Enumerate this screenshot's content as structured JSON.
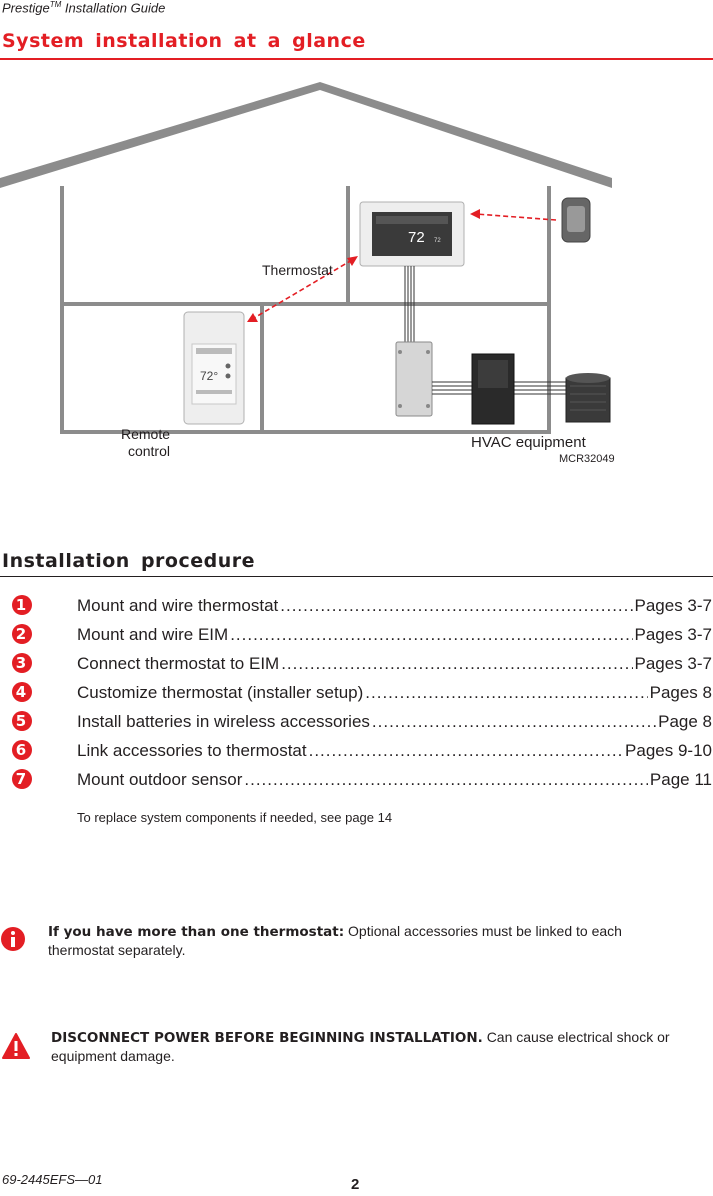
{
  "header": {
    "product": "Prestige",
    "trademark": "TM",
    "guide": "Installation Guide"
  },
  "section1": {
    "title": "System installation at a glance"
  },
  "diagram": {
    "labels": {
      "thermostat": "Thermostat",
      "remote_line1": "Remote",
      "remote_line2": "control",
      "hvac": "HVAC equipment",
      "figure_id": "MCR32049"
    },
    "thermostat_screen_temp": "72",
    "remote_screen_temp": "72°",
    "colors": {
      "wireless_link": "#e31e24",
      "house_outline": "#7d7d7d"
    }
  },
  "section2": {
    "title": "Installation procedure",
    "steps": [
      {
        "num": "1",
        "text": "Mount and wire thermostat",
        "pages": "Pages 3-7"
      },
      {
        "num": "2",
        "text": "Mount and wire EIM",
        "pages": "Pages 3-7"
      },
      {
        "num": "3",
        "text": "Connect thermostat to EIM",
        "pages": "Pages 3-7"
      },
      {
        "num": "4",
        "text": "Customize thermostat (installer setup)",
        "pages": "Pages 8"
      },
      {
        "num": "5",
        "text": "Install batteries in wireless accessories",
        "pages": "Page 8"
      },
      {
        "num": "6",
        "text": "Link accessories to thermostat",
        "pages": "Pages 9-10"
      },
      {
        "num": "7",
        "text": "Mount outdoor sensor",
        "pages": "Page 11"
      }
    ],
    "replace_note": "To replace system components if needed, see page 14"
  },
  "notes": {
    "info": {
      "icon": "info-icon",
      "lead": "If you have more than one thermostat:",
      "text": "Optional accessories must be linked to each thermostat separately."
    },
    "warning": {
      "icon": "warning-icon",
      "lead": "DISCONNECT POWER BEFORE BEGINNING INSTALLATION.",
      "text": "Can cause electrical shock or equipment damage."
    }
  },
  "footer": {
    "doc_number": "69-2445EFS—01",
    "page_number": "2"
  }
}
